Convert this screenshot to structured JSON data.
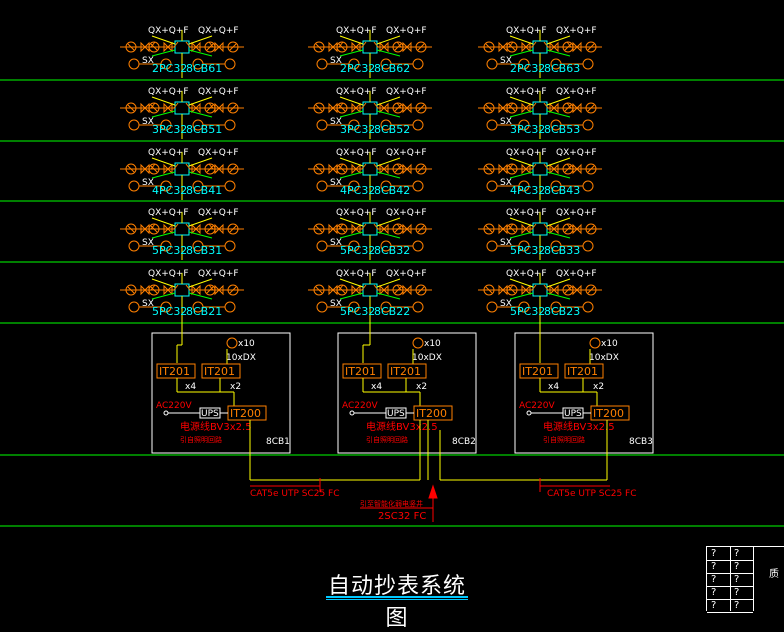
{
  "floors": [
    {
      "left": {
        "pc": "2PC32",
        "cb": "8CB61"
      },
      "mid": {
        "pc": "2PC32",
        "cb": "8CB62"
      },
      "right": {
        "pc": "2PC32",
        "cb": "8CB63"
      }
    },
    {
      "left": {
        "pc": "3PC32",
        "cb": "8CB51"
      },
      "mid": {
        "pc": "3PC32",
        "cb": "8CB52"
      },
      "right": {
        "pc": "3PC32",
        "cb": "8CB53"
      }
    },
    {
      "left": {
        "pc": "4PC32",
        "cb": "8CB41"
      },
      "mid": {
        "pc": "4PC32",
        "cb": "8CB42"
      },
      "right": {
        "pc": "4PC32",
        "cb": "8CB43"
      }
    },
    {
      "left": {
        "pc": "5PC32",
        "cb": "8CB31"
      },
      "mid": {
        "pc": "5PC32",
        "cb": "8CB32"
      },
      "right": {
        "pc": "5PC32",
        "cb": "8CB33"
      }
    },
    {
      "left": {
        "pc": "5PC32",
        "cb": "8CB21"
      },
      "mid": {
        "pc": "5PC32",
        "cb": "8CB22"
      },
      "right": {
        "pc": "5PC32",
        "cb": "8CB23"
      }
    }
  ],
  "unit_labels": {
    "qxf": "QX+Q+F",
    "sx": "SX"
  },
  "cabinets": [
    {
      "name": "8CB1"
    },
    {
      "name": "8CB2"
    },
    {
      "name": "8CB3"
    }
  ],
  "cabinet_labels": {
    "it201": "IT201",
    "it200": "IT200",
    "ups": "UPS",
    "x10": "x10",
    "dx": "10xDX",
    "x4": "x4",
    "x2": "x2",
    "ac": "AC220V",
    "cable": "电源线BV3x2.5",
    "lighting": "引自照明回路"
  },
  "bottom": {
    "cat_left": "CAT5e UTP SC25 FC",
    "cat_right": "CAT5e UTP SC25 FC",
    "incoming": "引至智能化弱电竖井",
    "sc": "2SC32 FC"
  },
  "title": "自动抄表系统图",
  "title_block": {
    "q": "?",
    "label": "质"
  },
  "colors": {
    "floor_line": "#00ff00",
    "orange": "#ff8000",
    "yellow": "#ffff00",
    "cyan": "#00ffff",
    "red": "#ff0000",
    "white": "#ffffff",
    "green": "#00ff00"
  }
}
